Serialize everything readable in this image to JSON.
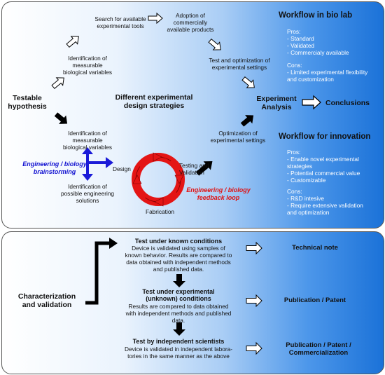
{
  "top": {
    "search_tools": "Search for available\nexperimental tools",
    "adoption": "Adoption of\ncommercially\navailable products",
    "identification_measurable_top": "Identification of\nmeasurable\nbiological variables",
    "test_optimization": "Test and optimization of\nexperimental settings",
    "testable_hypothesis": "Testable\nhypothesis",
    "different_strategies": "Different experimental\ndesign strategies",
    "experiment_analysis": "Experiment\nAnalysis",
    "conclusions": "Conclusions",
    "identification_measurable_bottom": "Identification of\nmeasurable\nbiological variables",
    "optimization_settings": "Optimization of\nexperimental settings",
    "brainstorming": "Engineering / biology\nbrainstorming",
    "design": "Design",
    "testing_validation": "Testing and\nValidation",
    "feedback_loop": "Engineering / biology\nfeedback loop",
    "fabrication": "Fabrication",
    "identification_engineering": "Identification of\npossible engineering\nsolutions",
    "workflow_bio_lab": {
      "title": "Workflow in bio lab",
      "pros": "Pros:\n- Standard\n- Validated\n- Commercialy available",
      "cons": "Cons:\n- Limited experimental flexibility\n  and customization"
    },
    "workflow_innovation": {
      "title": "Workflow for innovation",
      "pros": "Pros:\n- Enable novel experimental\n  strategies\n- Potential commercial value\n- Customizable",
      "cons": "Cons:\n- R&D intesive\n- Require extensive validation\n  and optimization"
    }
  },
  "bottom": {
    "characterization": "Characterization\nand validation",
    "known_title": "Test under known conditions",
    "known_desc": "Device is validated using samples of\nknown behavior. Results are compared to\ndata obtained with independent methods\nand published data.",
    "unknown_title": "Test under experimental\n(unknown) conditions",
    "unknown_desc": "Results are compared to data obtained\nwith independent methods and published\ndata.",
    "independent_title": "Test by independent scientists",
    "independent_desc": "Device is validated in independent labora-\ntories in the same manner as the above",
    "technical_note": "Technical note",
    "publication_patent": "Publication / Patent",
    "publication_commercial": "Publication / Patent /\nCommercialization"
  }
}
